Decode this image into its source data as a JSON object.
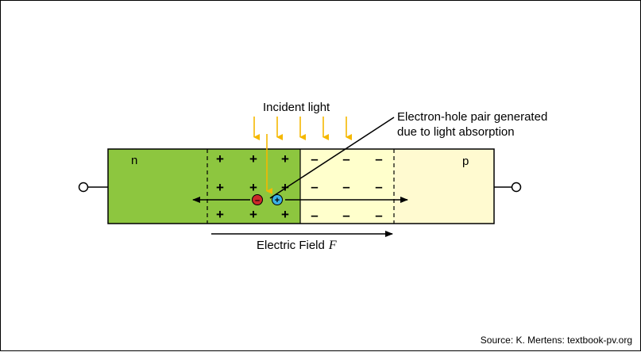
{
  "diagram": {
    "incident_light_label": "Incident light",
    "generation_label_line1": "Electron-hole pair generated",
    "generation_label_line2": "due to light absorption",
    "n_label": "n",
    "p_label": "p",
    "electric_field_label": "Electric Field",
    "electric_field_symbol": "F",
    "positive_sign": "+",
    "negative_sign": "–",
    "electron_symbol": "–",
    "hole_symbol": "+",
    "source": "Source: K. Mertens: textbook-pv.org"
  },
  "colors": {
    "n_region": "#8dc63f",
    "p_depletion": "#ffffcc",
    "p_region": "#fffad0",
    "light": "#f5b800",
    "electron": "#cc2a2a",
    "hole": "#3ab0e6",
    "outline": "#000000"
  }
}
